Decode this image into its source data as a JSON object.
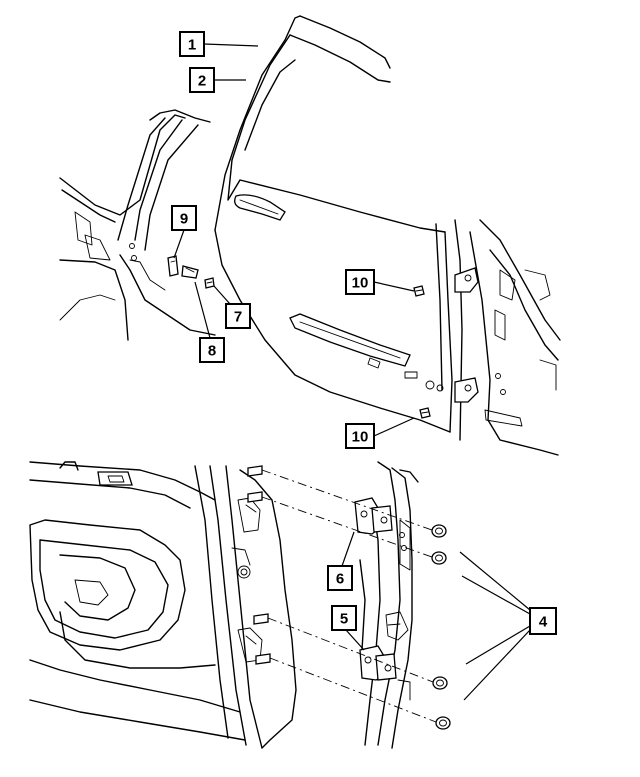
{
  "callouts": [
    {
      "id": "c1",
      "label": "1"
    },
    {
      "id": "c2",
      "label": "2"
    },
    {
      "id": "c9",
      "label": "9"
    },
    {
      "id": "c7",
      "label": "7"
    },
    {
      "id": "c8",
      "label": "8"
    },
    {
      "id": "c10a",
      "label": "10"
    },
    {
      "id": "c10b",
      "label": "10"
    },
    {
      "id": "c6",
      "label": "6"
    },
    {
      "id": "c5",
      "label": "5"
    },
    {
      "id": "c4",
      "label": "4"
    }
  ]
}
